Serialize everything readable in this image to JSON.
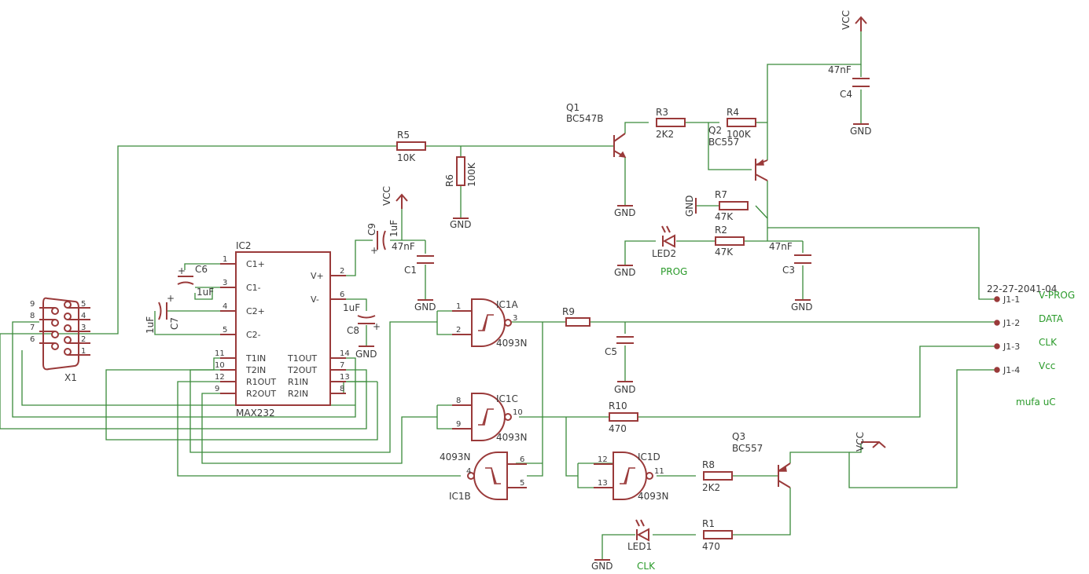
{
  "power": {
    "vcc": "VCC",
    "gnd": "GND"
  },
  "transistors": {
    "q1": {
      "ref": "Q1",
      "value": "BC547B"
    },
    "q2": {
      "ref": "Q2",
      "value": "BC557"
    },
    "q3": {
      "ref": "Q3",
      "value": "BC557"
    }
  },
  "resistors": {
    "r1": {
      "ref": "R1",
      "value": "470"
    },
    "r2": {
      "ref": "R2",
      "value": "47K"
    },
    "r3": {
      "ref": "R3",
      "value": "2K2"
    },
    "r4": {
      "ref": "R4",
      "value": "100K"
    },
    "r5": {
      "ref": "R5",
      "value": "10K"
    },
    "r6": {
      "ref": "R6",
      "value": "100K"
    },
    "r7": {
      "ref": "R7",
      "value": "47K"
    },
    "r8": {
      "ref": "R8",
      "value": "2K2"
    },
    "r9": {
      "ref": "R9",
      "value": ""
    },
    "r10": {
      "ref": "R10",
      "value": "470"
    }
  },
  "capacitors": {
    "c1": {
      "ref": "C1",
      "value": "47nF"
    },
    "c3": {
      "ref": "C3",
      "value": "47nF"
    },
    "c4": {
      "ref": "C4",
      "value": "47nF"
    },
    "c5": {
      "ref": "C5",
      "value": ""
    },
    "c6": {
      "ref": "C6",
      "value": "1uF"
    },
    "c7": {
      "ref": "C7",
      "value": "1uF"
    },
    "c8": {
      "ref": "C8",
      "value": "1uF"
    },
    "c9": {
      "ref": "C9",
      "value": "1uF"
    }
  },
  "leds": {
    "led1": {
      "ref": "LED1",
      "label": "CLK"
    },
    "led2": {
      "ref": "LED2",
      "label": "PROG"
    }
  },
  "ic2": {
    "ref": "IC2",
    "value": "MAX232",
    "left_pins": [
      {
        "num": "1",
        "name": "C1+"
      },
      {
        "num": "3",
        "name": "C1-"
      },
      {
        "num": "4",
        "name": "C2+"
      },
      {
        "num": "5",
        "name": "C2-"
      },
      {
        "num": "11",
        "name": "T1IN"
      },
      {
        "num": "10",
        "name": "T2IN"
      },
      {
        "num": "12",
        "name": "R1OUT"
      },
      {
        "num": "9",
        "name": "R2OUT"
      }
    ],
    "right_pins": [
      {
        "num": "2",
        "name": "V+"
      },
      {
        "num": "6",
        "name": "V-"
      },
      {
        "num": "14",
        "name": "T1OUT"
      },
      {
        "num": "7",
        "name": "T2OUT"
      },
      {
        "num": "13",
        "name": "R1IN"
      },
      {
        "num": "8",
        "name": "R2IN"
      }
    ]
  },
  "gates": {
    "ic1a": {
      "ref": "IC1A",
      "type": "4093N",
      "in1": "1",
      "in2": "2",
      "out": "3"
    },
    "ic1b": {
      "ref": "IC1B",
      "type": "4093N",
      "in1": "6",
      "in2": "5",
      "out": "4"
    },
    "ic1c": {
      "ref": "IC1C",
      "type": "4093N",
      "in1": "8",
      "in2": "9",
      "out": "10"
    },
    "ic1d": {
      "ref": "IC1D",
      "type": "4093N",
      "in1": "12",
      "in2": "13",
      "out": "11"
    }
  },
  "connector_x1": {
    "ref": "X1",
    "left_pins": [
      "9",
      "8",
      "7",
      "6"
    ],
    "right_pins": [
      "5",
      "4",
      "3",
      "2",
      "1"
    ]
  },
  "connector_j1": {
    "ref": "22-27-2041-04",
    "pins": [
      {
        "num": "J1-1",
        "label": "V-PROG"
      },
      {
        "num": "J1-2",
        "label": "DATA"
      },
      {
        "num": "J1-3",
        "label": "CLK"
      },
      {
        "num": "J1-4",
        "label": "Vcc"
      }
    ],
    "caption": "mufa uC"
  }
}
